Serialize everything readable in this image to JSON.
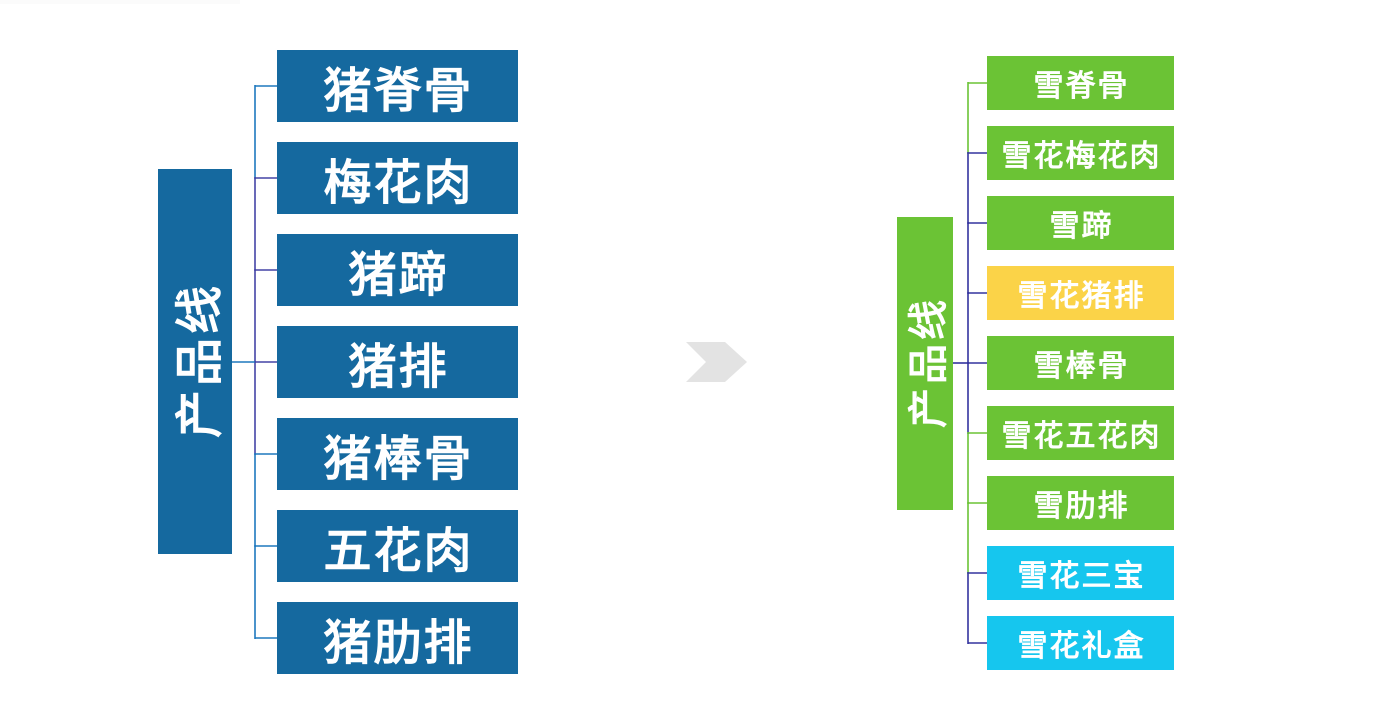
{
  "page": {
    "background_color": "#FFFFFF",
    "text_color": "#FFFFFF"
  },
  "arrow": {
    "name": "chevron-right",
    "color": "#E3E3E3"
  },
  "left_tree": {
    "label": "产品线",
    "label_color": "#15699F",
    "text_color": "#FFFFFF",
    "label_connector_color": "#1E78BE",
    "items": [
      {
        "label": "猪脊骨",
        "color": "#15699F",
        "connector_color": "#1E78BE"
      },
      {
        "label": "梅花肉",
        "color": "#15699F",
        "connector_color": "#4444A6"
      },
      {
        "label": "猪蹄",
        "color": "#15699F",
        "connector_color": "#4444A6"
      },
      {
        "label": "猪排",
        "color": "#15699F",
        "connector_color": "#4444A6"
      },
      {
        "label": "猪棒骨",
        "color": "#15699F",
        "connector_color": "#1E78BE"
      },
      {
        "label": "五花肉",
        "color": "#15699F",
        "connector_color": "#1E78BE"
      },
      {
        "label": "猪肋排",
        "color": "#15699F",
        "connector_color": "#1E78BE"
      }
    ]
  },
  "right_tree": {
    "label": "产品线",
    "label_color": "#6BC335",
    "text_color": "#FFFFFF",
    "label_connector_color": "#33339E",
    "items": [
      {
        "label": "雪脊骨",
        "color": "#6BC335",
        "connector_color": "#6BC335"
      },
      {
        "label": "雪花梅花肉",
        "color": "#6BC335",
        "connector_color": "#33339E"
      },
      {
        "label": "雪蹄",
        "color": "#6BC335",
        "connector_color": "#33339E"
      },
      {
        "label": "雪花猪排",
        "color": "#FBD348",
        "connector_color": "#33339E"
      },
      {
        "label": "雪棒骨",
        "color": "#6BC335",
        "connector_color": "#33339E"
      },
      {
        "label": "雪花五花肉",
        "color": "#6BC335",
        "connector_color": "#6BC335"
      },
      {
        "label": "雪肋排",
        "color": "#6BC335",
        "connector_color": "#6BC335"
      },
      {
        "label": "雪花三宝",
        "color": "#16C6EE",
        "connector_color": "#33339E"
      },
      {
        "label": "雪花礼盒",
        "color": "#16C6EE",
        "connector_color": "#33339E"
      }
    ]
  }
}
